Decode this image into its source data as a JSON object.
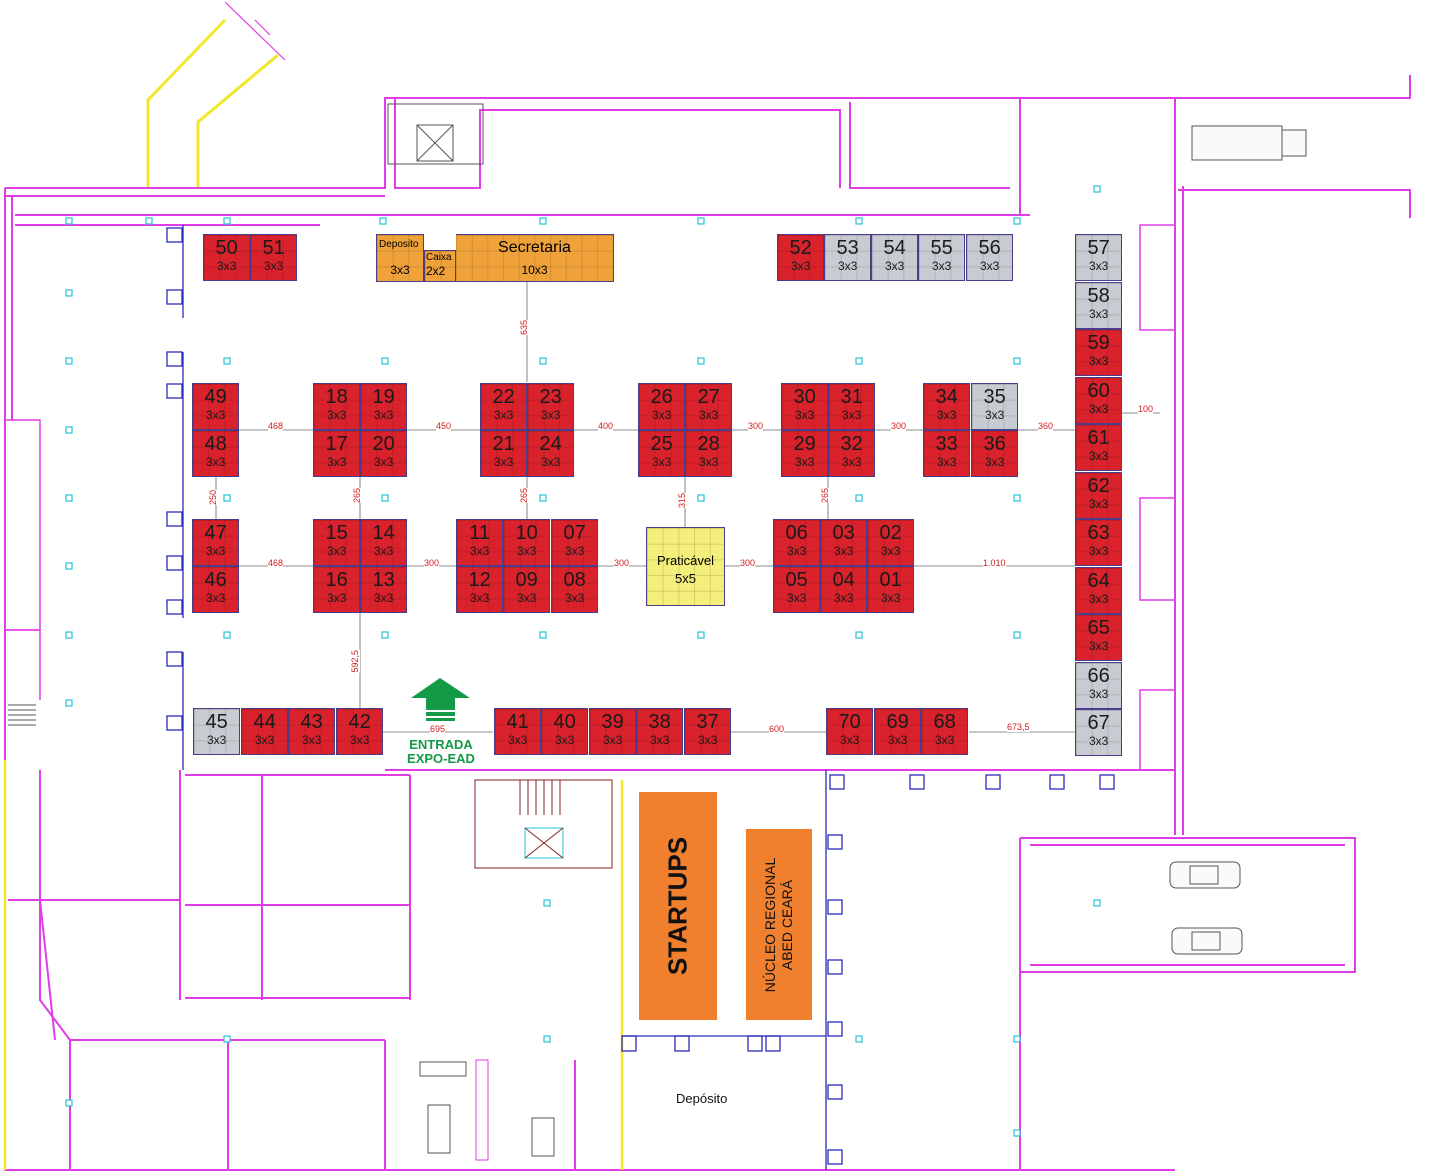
{
  "colors": {
    "booth_available": "#d9222b",
    "booth_reserved": "#c8ccd2",
    "service_area": "#f0a23a",
    "stage": "#f4ee7a",
    "highlight_area": "#f07f2e",
    "wall": "#e23ce6",
    "structure": "#2b2bbf",
    "entrance": "#129a46",
    "dimension_text": "#d42020"
  },
  "booths": [
    {
      "num": "50",
      "size": "3x3",
      "status": "available"
    },
    {
      "num": "51",
      "size": "3x3",
      "status": "available"
    },
    {
      "num": "52",
      "size": "3x3",
      "status": "available"
    },
    {
      "num": "53",
      "size": "3x3",
      "status": "reserved"
    },
    {
      "num": "54",
      "size": "3x3",
      "status": "reserved"
    },
    {
      "num": "55",
      "size": "3x3",
      "status": "reserved"
    },
    {
      "num": "56",
      "size": "3x3",
      "status": "reserved"
    },
    {
      "num": "57",
      "size": "3x3",
      "status": "reserved"
    },
    {
      "num": "58",
      "size": "3x3",
      "status": "reserved"
    },
    {
      "num": "59",
      "size": "3x3",
      "status": "available"
    },
    {
      "num": "60",
      "size": "3x3",
      "status": "available"
    },
    {
      "num": "61",
      "size": "3x3",
      "status": "available"
    },
    {
      "num": "62",
      "size": "3x3",
      "status": "available"
    },
    {
      "num": "63",
      "size": "3x3",
      "status": "available"
    },
    {
      "num": "64",
      "size": "3x3",
      "status": "available"
    },
    {
      "num": "65",
      "size": "3x3",
      "status": "available"
    },
    {
      "num": "66",
      "size": "3x3",
      "status": "reserved"
    },
    {
      "num": "67",
      "size": "3x3",
      "status": "reserved"
    },
    {
      "num": "49",
      "size": "3x3",
      "status": "available"
    },
    {
      "num": "48",
      "size": "3x3",
      "status": "available"
    },
    {
      "num": "18",
      "size": "3x3",
      "status": "available"
    },
    {
      "num": "19",
      "size": "3x3",
      "status": "available"
    },
    {
      "num": "17",
      "size": "3x3",
      "status": "available"
    },
    {
      "num": "20",
      "size": "3x3",
      "status": "available"
    },
    {
      "num": "22",
      "size": "3x3",
      "status": "available"
    },
    {
      "num": "23",
      "size": "3x3",
      "status": "available"
    },
    {
      "num": "21",
      "size": "3x3",
      "status": "available"
    },
    {
      "num": "24",
      "size": "3x3",
      "status": "available"
    },
    {
      "num": "26",
      "size": "3x3",
      "status": "available"
    },
    {
      "num": "27",
      "size": "3x3",
      "status": "available"
    },
    {
      "num": "25",
      "size": "3x3",
      "status": "available"
    },
    {
      "num": "28",
      "size": "3x3",
      "status": "available"
    },
    {
      "num": "30",
      "size": "3x3",
      "status": "available"
    },
    {
      "num": "31",
      "size": "3x3",
      "status": "available"
    },
    {
      "num": "29",
      "size": "3x3",
      "status": "available"
    },
    {
      "num": "32",
      "size": "3x3",
      "status": "available"
    },
    {
      "num": "34",
      "size": "3x3",
      "status": "available"
    },
    {
      "num": "35",
      "size": "3x3",
      "status": "reserved"
    },
    {
      "num": "33",
      "size": "3x3",
      "status": "available"
    },
    {
      "num": "36",
      "size": "3x3",
      "status": "available"
    },
    {
      "num": "47",
      "size": "3x3",
      "status": "available"
    },
    {
      "num": "46",
      "size": "3x3",
      "status": "available"
    },
    {
      "num": "15",
      "size": "3x3",
      "status": "available"
    },
    {
      "num": "14",
      "size": "3x3",
      "status": "available"
    },
    {
      "num": "16",
      "size": "3x3",
      "status": "available"
    },
    {
      "num": "13",
      "size": "3x3",
      "status": "available"
    },
    {
      "num": "11",
      "size": "3x3",
      "status": "available"
    },
    {
      "num": "10",
      "size": "3x3",
      "status": "available"
    },
    {
      "num": "07",
      "size": "3x3",
      "status": "available"
    },
    {
      "num": "12",
      "size": "3x3",
      "status": "available"
    },
    {
      "num": "09",
      "size": "3x3",
      "status": "available"
    },
    {
      "num": "08",
      "size": "3x3",
      "status": "available"
    },
    {
      "num": "06",
      "size": "3x3",
      "status": "available"
    },
    {
      "num": "03",
      "size": "3x3",
      "status": "available"
    },
    {
      "num": "02",
      "size": "3x3",
      "status": "available"
    },
    {
      "num": "05",
      "size": "3x3",
      "status": "available"
    },
    {
      "num": "04",
      "size": "3x3",
      "status": "available"
    },
    {
      "num": "01",
      "size": "3x3",
      "status": "available"
    },
    {
      "num": "45",
      "size": "3x3",
      "status": "reserved"
    },
    {
      "num": "44",
      "size": "3x3",
      "status": "available"
    },
    {
      "num": "43",
      "size": "3x3",
      "status": "available"
    },
    {
      "num": "42",
      "size": "3x3",
      "status": "available"
    },
    {
      "num": "41",
      "size": "3x3",
      "status": "available"
    },
    {
      "num": "40",
      "size": "3x3",
      "status": "available"
    },
    {
      "num": "39",
      "size": "3x3",
      "status": "available"
    },
    {
      "num": "38",
      "size": "3x3",
      "status": "available"
    },
    {
      "num": "37",
      "size": "3x3",
      "status": "available"
    },
    {
      "num": "70",
      "size": "3x3",
      "status": "available"
    },
    {
      "num": "69",
      "size": "3x3",
      "status": "available"
    },
    {
      "num": "68",
      "size": "3x3",
      "status": "available"
    }
  ],
  "service_areas": {
    "deposito": {
      "name": "Deposito",
      "size": "3x3"
    },
    "caixa": {
      "name": "Caixa",
      "size": "2x2"
    },
    "secretaria": {
      "name": "Secretaria",
      "size": "10x3"
    }
  },
  "stage": {
    "name": "Praticável",
    "size": "5x5"
  },
  "dimensions": [
    "635",
    "468",
    "450",
    "400",
    "300",
    "300",
    "360",
    "100",
    "250",
    "265",
    "265",
    "315",
    "265",
    "468",
    "300",
    "300",
    "300",
    "1.010",
    "592,5",
    "695",
    "600",
    "673,5"
  ],
  "entrance": {
    "line1": "ENTRADA",
    "line2": "EXPO-EAD",
    "icon": "up-arrow-icon"
  },
  "zones": {
    "startups": "STARTUPS",
    "nucleo_line1": "NÚCLEO REGIONAL",
    "nucleo_line2": "ABED CEARÁ",
    "deposito": "Depósito"
  },
  "icons": [
    "truck-icon",
    "car-icon",
    "car-icon",
    "stair-icon",
    "elevator-icon"
  ]
}
